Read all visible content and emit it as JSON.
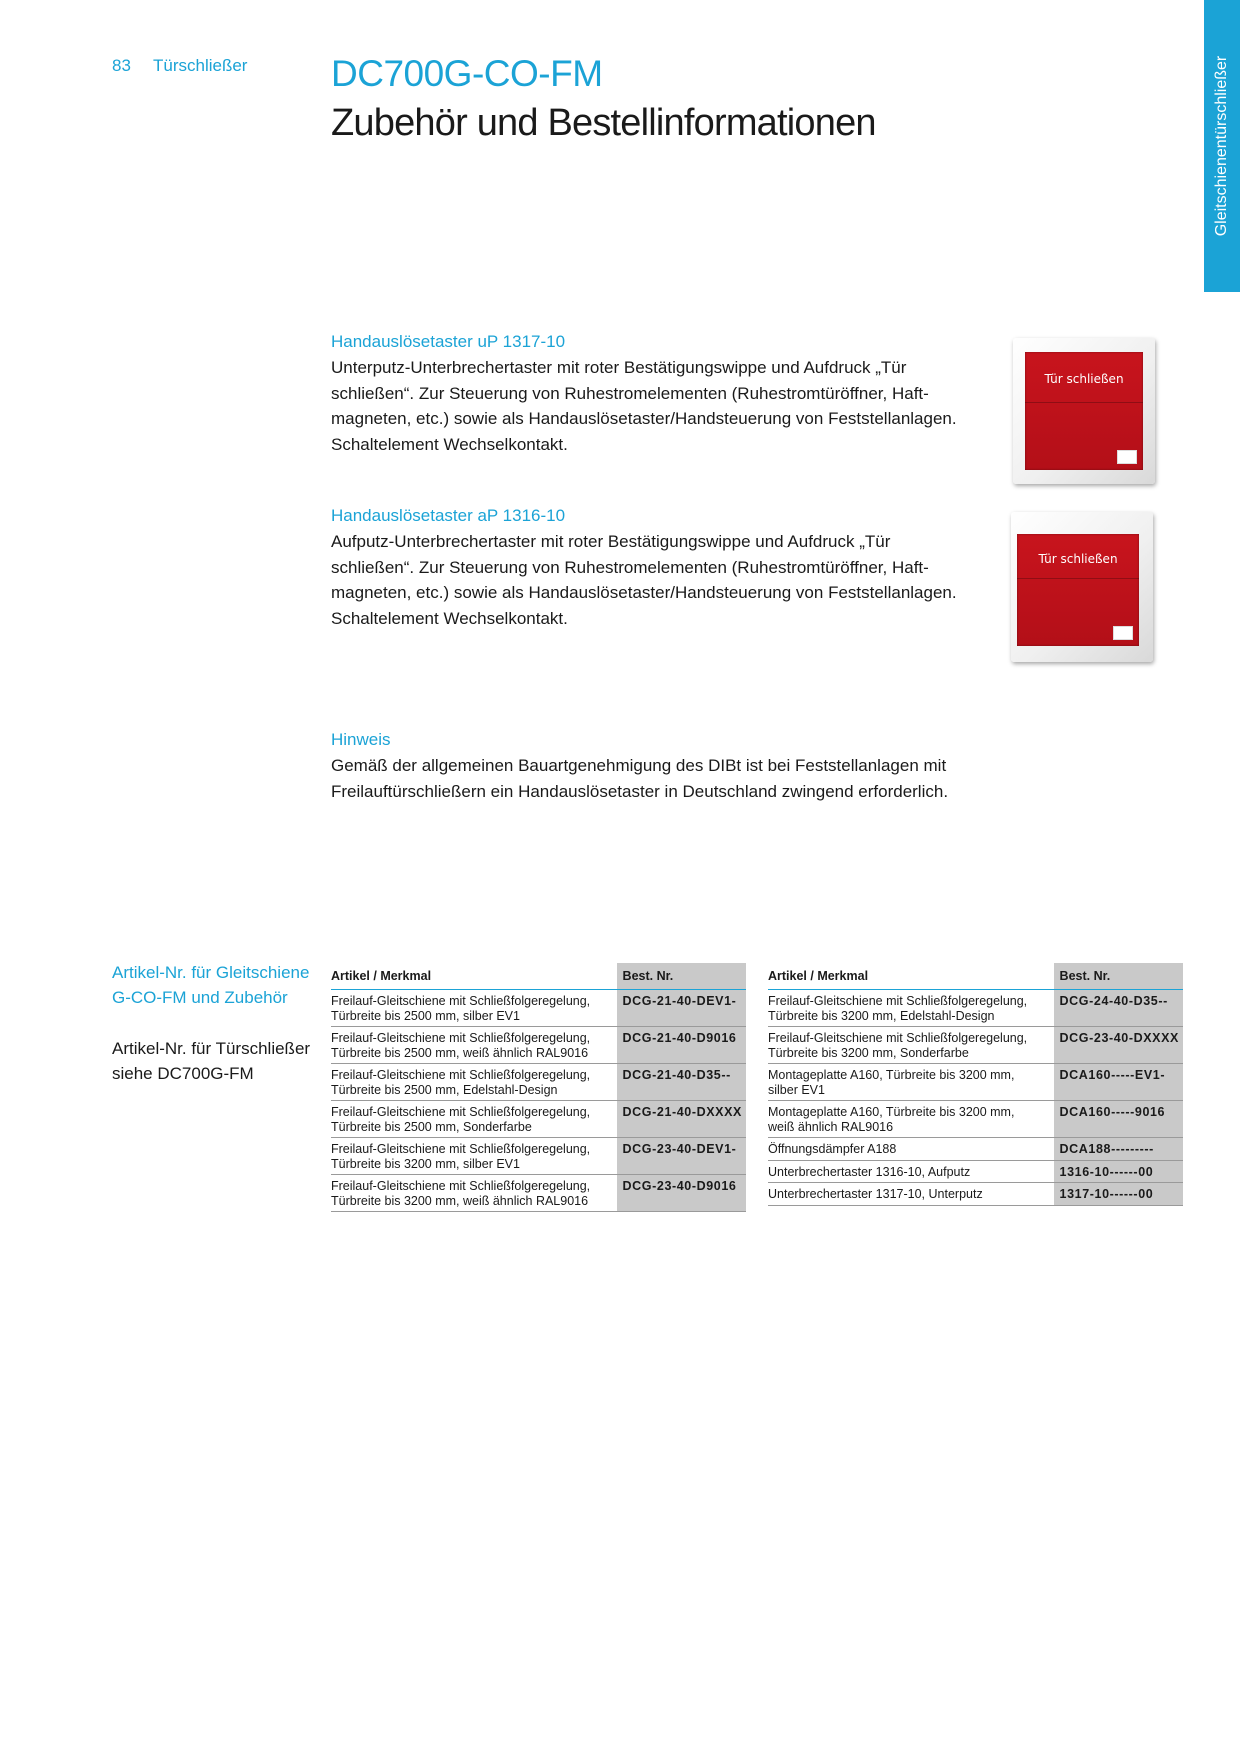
{
  "header": {
    "page_number": "83",
    "category": "Türschließer",
    "title": "DC700G-CO-FM",
    "subtitle": "Zubehör und Bestellinformationen"
  },
  "side_tab": {
    "label": "Gleitschienentürschließer",
    "color": "#1ba3d6"
  },
  "sections": [
    {
      "title": "Handauslösetaster uP 1317-10",
      "lines": [
        "Unterputz-Unterbrechertaster mit roter Bestätigungswippe und Aufdruck „Tür",
        "schließen“. Zur Steuerung von Ruhestromelementen (Ruhestromtüröffner, Haft-",
        "magneten, etc.) sowie als Handauslösetaster/Handsteuerung von Feststellanlagen.",
        "Schaltelement Wechselkontakt."
      ]
    },
    {
      "title": "Handauslösetaster aP 1316-10",
      "lines": [
        "Aufputz-Unterbrechertaster mit roter Bestätigungswippe und Aufdruck „Tür",
        "schließen“. Zur Steuerung von Ruhestromelementen (Ruhestromtüröffner, Haft-",
        "magneten, etc.) sowie als Handauslösetaster/Handsteuerung von Feststellanlagen.",
        "Schaltelement Wechselkontakt."
      ]
    },
    {
      "title": "Hinweis",
      "lines": [
        "Gemäß der allgemeinen Bauartgenehmigung des DIBt ist bei Feststellanlagen mit",
        "Freilauftürschließern ein Handauslösetaster in Deutschland zwingend erforderlich."
      ]
    }
  ],
  "images": [
    {
      "label": "Tür schließen"
    },
    {
      "label": "Tür schließen"
    }
  ],
  "info": {
    "accessories_label_line1": "Artikel-Nr. für Gleitschiene",
    "accessories_label_line2": "G-CO-FM und Zubehör",
    "closer_label_line1": "Artikel-Nr. für Türschließer",
    "closer_label_line2": "siehe DC700G-FM"
  },
  "table_left": {
    "col_article": "Artikel / Merkmal",
    "col_number": "Best. Nr.",
    "rows": [
      {
        "l1": "Freilauf-Gleitschiene mit Schließfolgeregelung,",
        "l2": "Türbreite bis 2500 mm, silber EV1",
        "nr": "DCG-21-40-DEV1-"
      },
      {
        "l1": "Freilauf-Gleitschiene mit Schließfolgeregelung,",
        "l2": "Türbreite bis 2500 mm, weiß ähnlich RAL9016",
        "nr": "DCG-21-40-D9016"
      },
      {
        "l1": "Freilauf-Gleitschiene mit Schließfolgeregelung,",
        "l2": "Türbreite bis 2500 mm, Edelstahl-Design",
        "nr": "DCG-21-40-D35--"
      },
      {
        "l1": "Freilauf-Gleitschiene mit Schließfolgeregelung,",
        "l2": "Türbreite bis 2500 mm, Sonderfarbe",
        "nr": "DCG-21-40-DXXXX"
      },
      {
        "l1": "Freilauf-Gleitschiene mit Schließfolgeregelung,",
        "l2": "Türbreite bis 3200 mm, silber EV1",
        "nr": "DCG-23-40-DEV1-"
      },
      {
        "l1": "Freilauf-Gleitschiene mit Schließfolgeregelung,",
        "l2": "Türbreite bis 3200 mm, weiß ähnlich RAL9016",
        "nr": "DCG-23-40-D9016"
      }
    ]
  },
  "table_right": {
    "col_article": "Artikel / Merkmal",
    "col_number": "Best. Nr.",
    "rows": [
      {
        "l1": "Freilauf-Gleitschiene mit Schließfolgeregelung,",
        "l2": "Türbreite bis 3200 mm, Edelstahl-Design",
        "nr": "DCG-24-40-D35--"
      },
      {
        "l1": "Freilauf-Gleitschiene mit Schließfolgeregelung,",
        "l2": "Türbreite bis 3200 mm, Sonderfarbe",
        "nr": "DCG-23-40-DXXXX"
      },
      {
        "l1": "Montageplatte A160, Türbreite bis 3200 mm,",
        "l2": "silber EV1",
        "nr": "DCA160-----EV1-"
      },
      {
        "l1": "Montageplatte A160, Türbreite bis 3200 mm,",
        "l2": "weiß ähnlich RAL9016",
        "nr": "DCA160-----9016"
      },
      {
        "l1": "Öffnungsdämpfer A188",
        "l2": "",
        "nr": "DCA188---------"
      },
      {
        "l1": "Unterbrechertaster 1316-10, Aufputz",
        "l2": "",
        "nr": "1316-10------00"
      },
      {
        "l1": "Unterbrechertaster 1317-10, Unterputz",
        "l2": "",
        "nr": "1317-10------00"
      }
    ]
  },
  "colors": {
    "accent": "#1ba3d6",
    "button_red": "#c8141d",
    "table_shade": "#c9c9c9"
  }
}
